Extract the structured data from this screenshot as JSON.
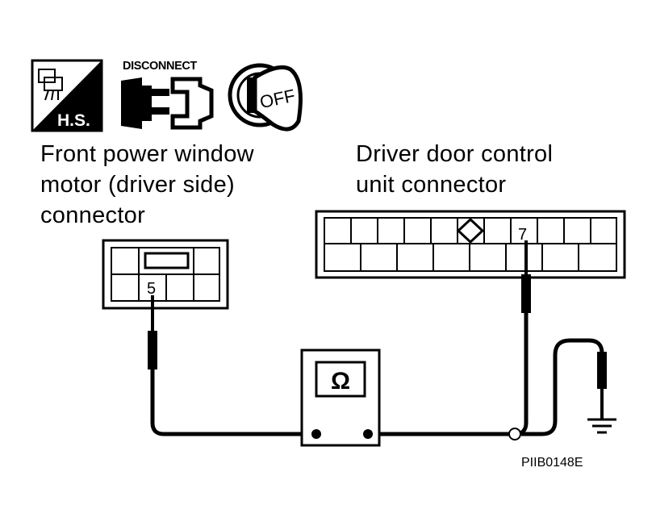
{
  "icons": {
    "hs_label": "H.S.",
    "disconnect_label": "DISCONNECT",
    "ignition_label": "OFF"
  },
  "left_connector": {
    "label_lines": [
      "Front power window",
      "motor (driver side)",
      "connector"
    ],
    "terminal": "5"
  },
  "right_connector": {
    "label_lines": [
      "Driver door control",
      "unit connector"
    ],
    "terminal": "7"
  },
  "meter": {
    "symbol": "Ω"
  },
  "figure_code": "PIIB0148E"
}
